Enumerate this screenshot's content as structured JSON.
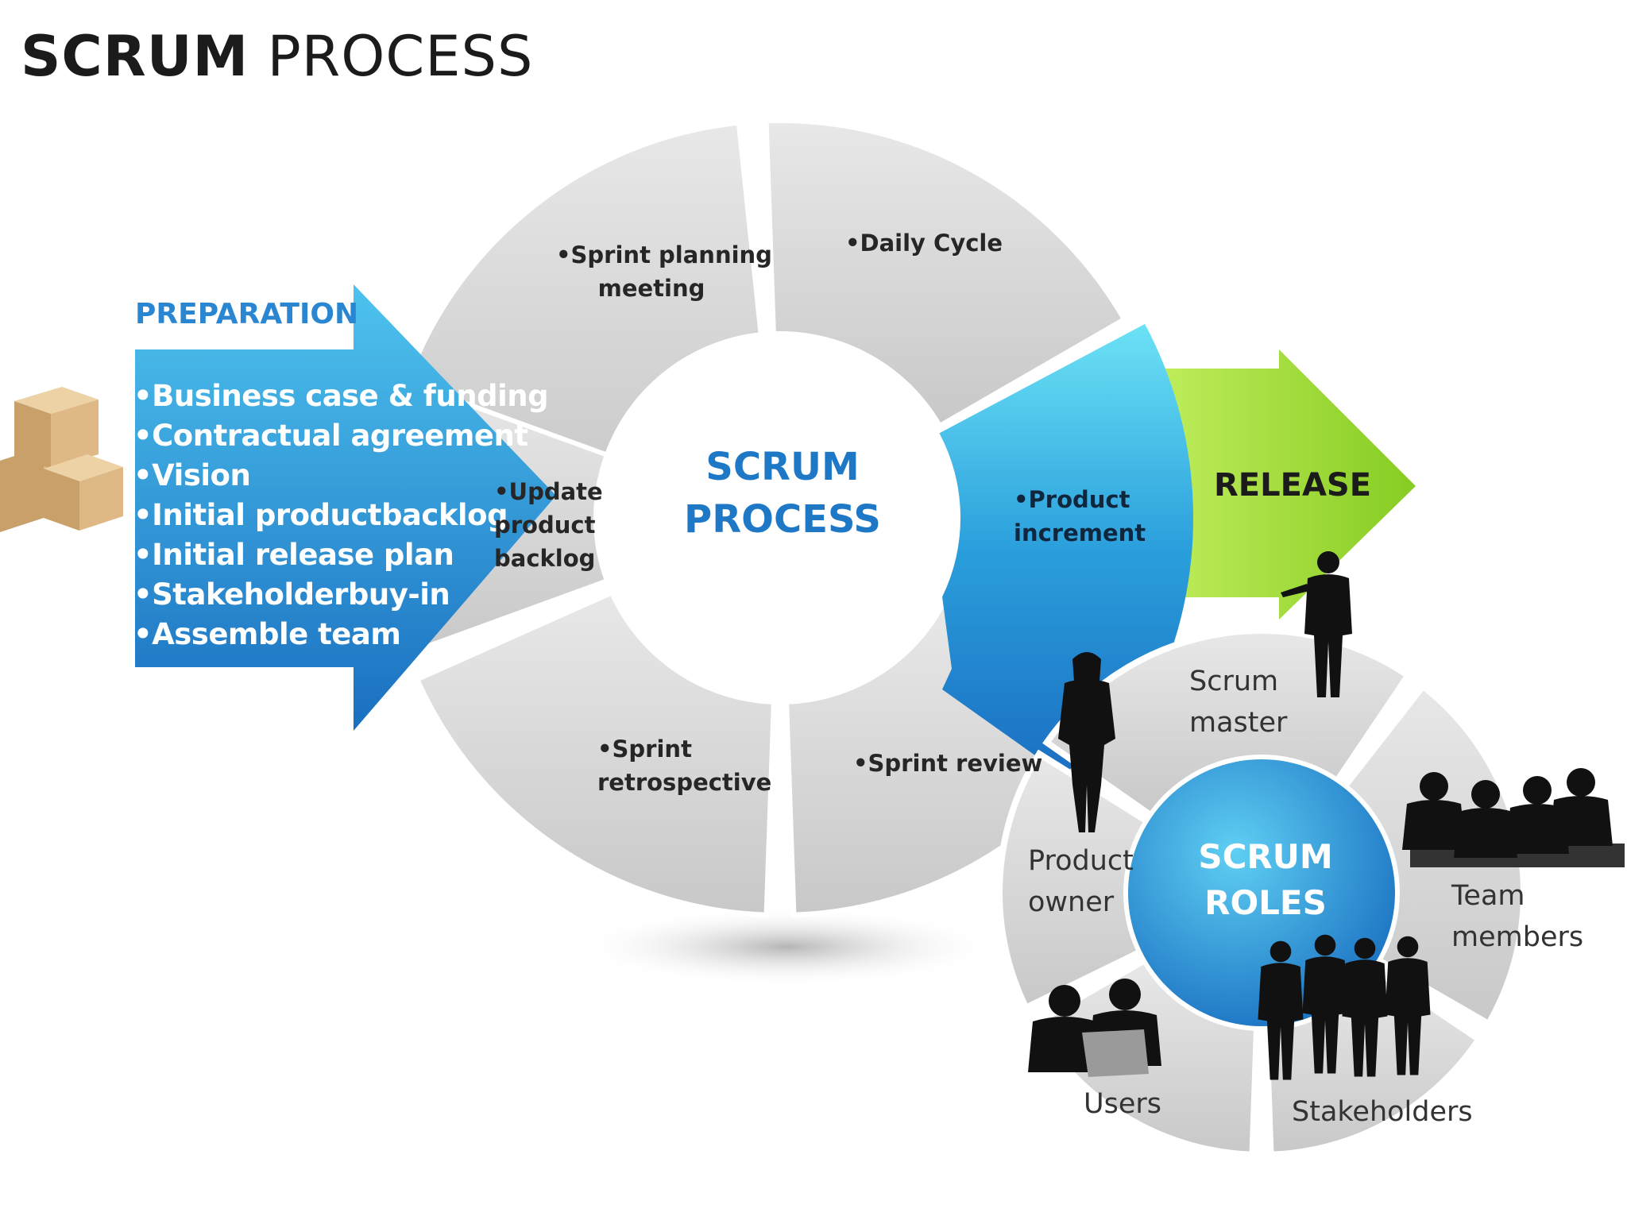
{
  "title": {
    "bold": "SCRUM",
    "light": "PROCESS"
  },
  "preparation": {
    "heading": "PREPARATION",
    "items": [
      "•Business case & funding",
      "•Contractual agreement",
      "•Vision",
      "•Initial productbacklog",
      "•Initial release plan",
      "•Stakeholderbuy-in",
      "•Assemble team"
    ]
  },
  "cycle": {
    "center_line1": "SCRUM",
    "center_line2": "PROCESS",
    "sprint_planning_line1": "•Sprint planning",
    "sprint_planning_line2": "meeting",
    "daily_cycle": "•Daily Cycle",
    "update_backlog_line1": "•Update",
    "update_backlog_line2": "product",
    "update_backlog_line3": "backlog",
    "product_increment_line1": "•Product",
    "product_increment_line2": "increment",
    "sprint_review": "•Sprint review",
    "sprint_retro_line1": "•Sprint",
    "sprint_retro_line2": "retrospective"
  },
  "release": {
    "label": "RELEASE"
  },
  "roles": {
    "center_line1": "SCRUM",
    "center_line2": "ROLES",
    "scrum_master_line1": "Scrum",
    "scrum_master_line2": "master",
    "product_owner_line1": "Product",
    "product_owner_line2": "owner",
    "team_members_line1": "Team",
    "team_members_line2": "members",
    "users": "Users",
    "stakeholders": "Stakeholders"
  },
  "colors": {
    "prep_blue": "#2a86d0",
    "process_blue": "#1f78c6",
    "release_green": "#9ed936",
    "segment_gray": "#d9d9d9",
    "silhouette": "#111111"
  },
  "icons": {
    "boxes": "cardboard-boxes-icon",
    "people": "person-silhouette-icon"
  }
}
